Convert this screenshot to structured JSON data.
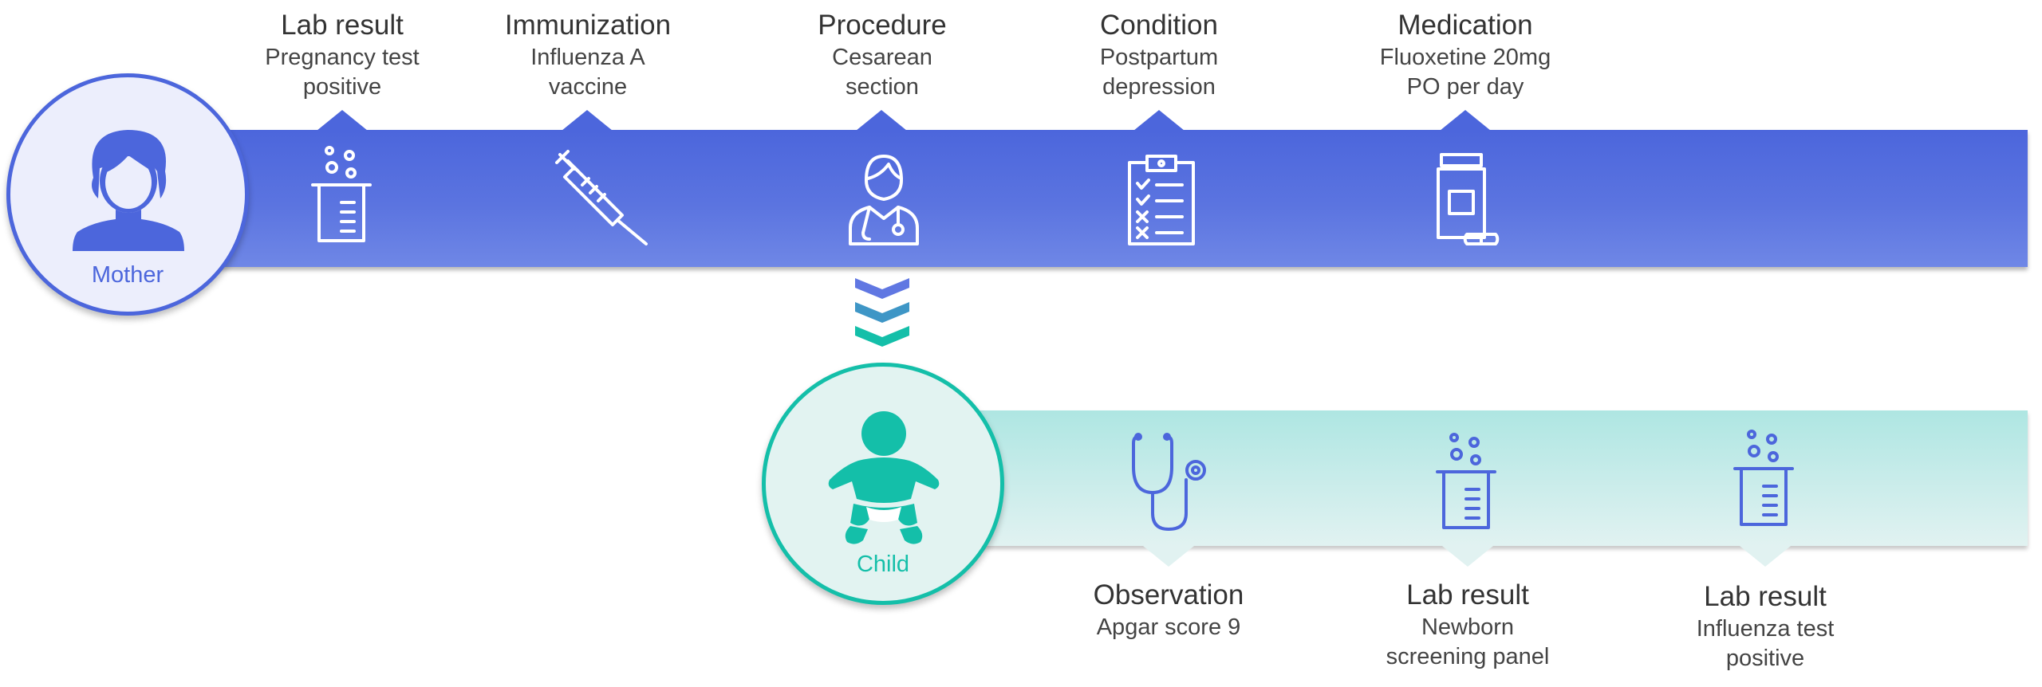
{
  "mother": {
    "label": "Mother",
    "events": [
      {
        "title": "Lab result",
        "line1": "Pregnancy test",
        "line2": "positive",
        "icon": "beaker-icon"
      },
      {
        "title": "Immunization",
        "line1": "Influenza A",
        "line2": "vaccine",
        "icon": "syringe-icon"
      },
      {
        "title": "Procedure",
        "line1": "Cesarean",
        "line2": "section",
        "icon": "doctor-icon"
      },
      {
        "title": "Condition",
        "line1": "Postpartum",
        "line2": "depression",
        "icon": "clipboard-icon"
      },
      {
        "title": "Medication",
        "line1": "Fluoxetine 20mg",
        "line2": "PO per day",
        "icon": "medicine-bottle-icon"
      }
    ]
  },
  "child": {
    "label": "Child",
    "events": [
      {
        "title": "Observation",
        "line1": "Apgar score 9",
        "line2": "",
        "icon": "stethoscope-icon"
      },
      {
        "title": "Lab result",
        "line1": "Newborn",
        "line2": "screening panel",
        "icon": "beaker-icon"
      },
      {
        "title": "Lab result",
        "line1": "Influenza test",
        "line2": "positive",
        "icon": "beaker-icon"
      }
    ]
  },
  "colors": {
    "mother_band": "#4c66dc",
    "child_accent": "#14bfa9",
    "child_band": "#c8ecea",
    "text": "#333333"
  }
}
